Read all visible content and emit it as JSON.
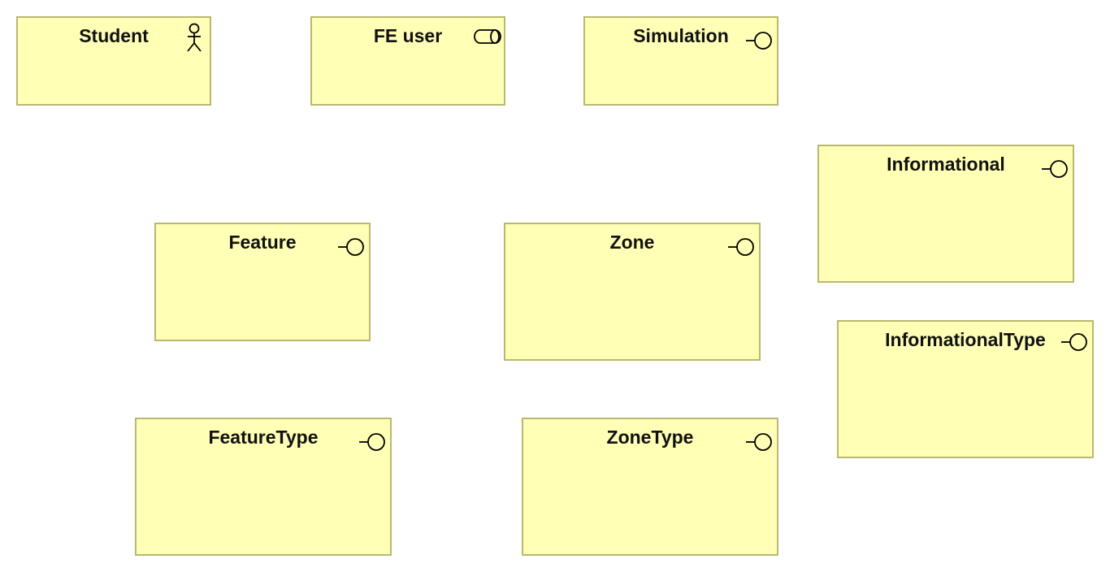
{
  "colors": {
    "element_fill": "#ffffb5",
    "element_border": "#b8b870",
    "icon_stroke": "#000000"
  },
  "elements": {
    "student": {
      "label": "Student",
      "icon": "business-actor-icon"
    },
    "fe_user": {
      "label": "FE user",
      "icon": "business-role-icon"
    },
    "simulation": {
      "label": "Simulation",
      "icon": "business-interface-icon"
    },
    "informational": {
      "label": "Informational",
      "icon": "business-interface-icon"
    },
    "feature": {
      "label": "Feature",
      "icon": "business-interface-icon"
    },
    "zone": {
      "label": "Zone",
      "icon": "business-interface-icon"
    },
    "informational_type": {
      "label": "InformationalType",
      "icon": "business-interface-icon"
    },
    "feature_type": {
      "label": "FeatureType",
      "icon": "business-interface-icon"
    },
    "zone_type": {
      "label": "ZoneType",
      "icon": "business-interface-icon"
    }
  }
}
